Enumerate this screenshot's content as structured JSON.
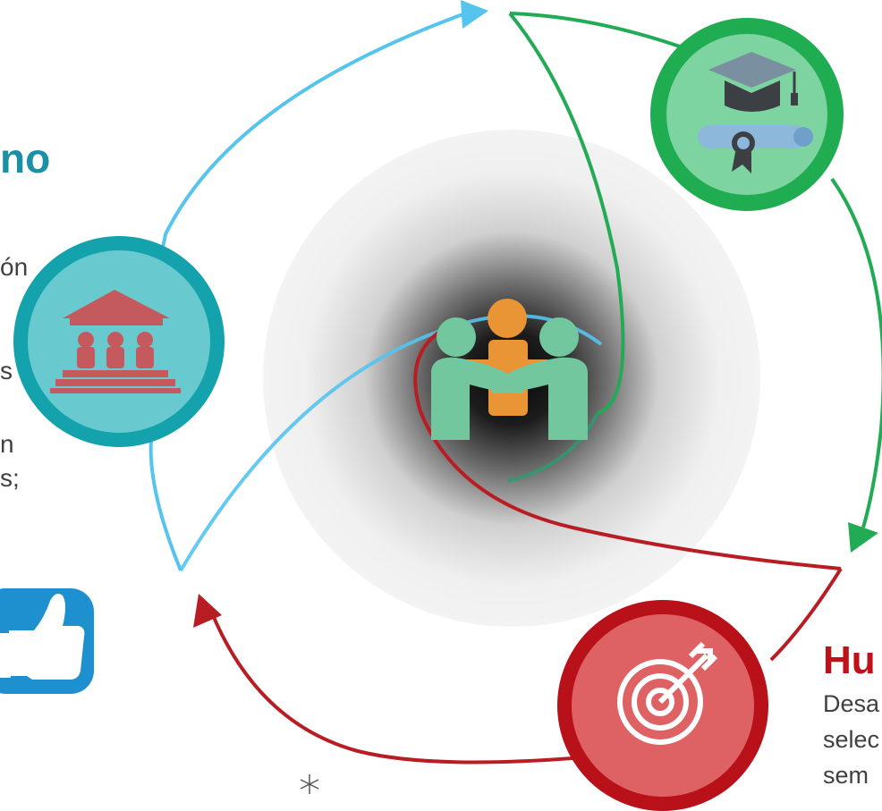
{
  "left_panel": {
    "title_fragment": "no",
    "text_fragments": [
      "ón",
      "s",
      "n",
      "s;"
    ]
  },
  "right_panel": {
    "title_fragment": "Hu",
    "text_lines": [
      "Desa",
      "selec",
      "sem"
    ]
  },
  "colors": {
    "blue_arrow": "#55c4ee",
    "green_arrow": "#22aa55",
    "red_arrow": "#b81d24",
    "teal_node": "#68c9cf",
    "teal_ring": "#14a2ad",
    "green_node": "#7ed4a0",
    "green_ring": "#20ad52",
    "red_node": "#de6264",
    "red_ring": "#b8111a",
    "thumb_blue": "#1e90d0"
  },
  "icons": {
    "center": "team-meeting-icon",
    "top_right": "graduation-cap-diploma-icon",
    "left": "institution-building-icon",
    "bottom_right": "target-arrow-icon",
    "left_bottom": "thumbs-up-icon"
  }
}
